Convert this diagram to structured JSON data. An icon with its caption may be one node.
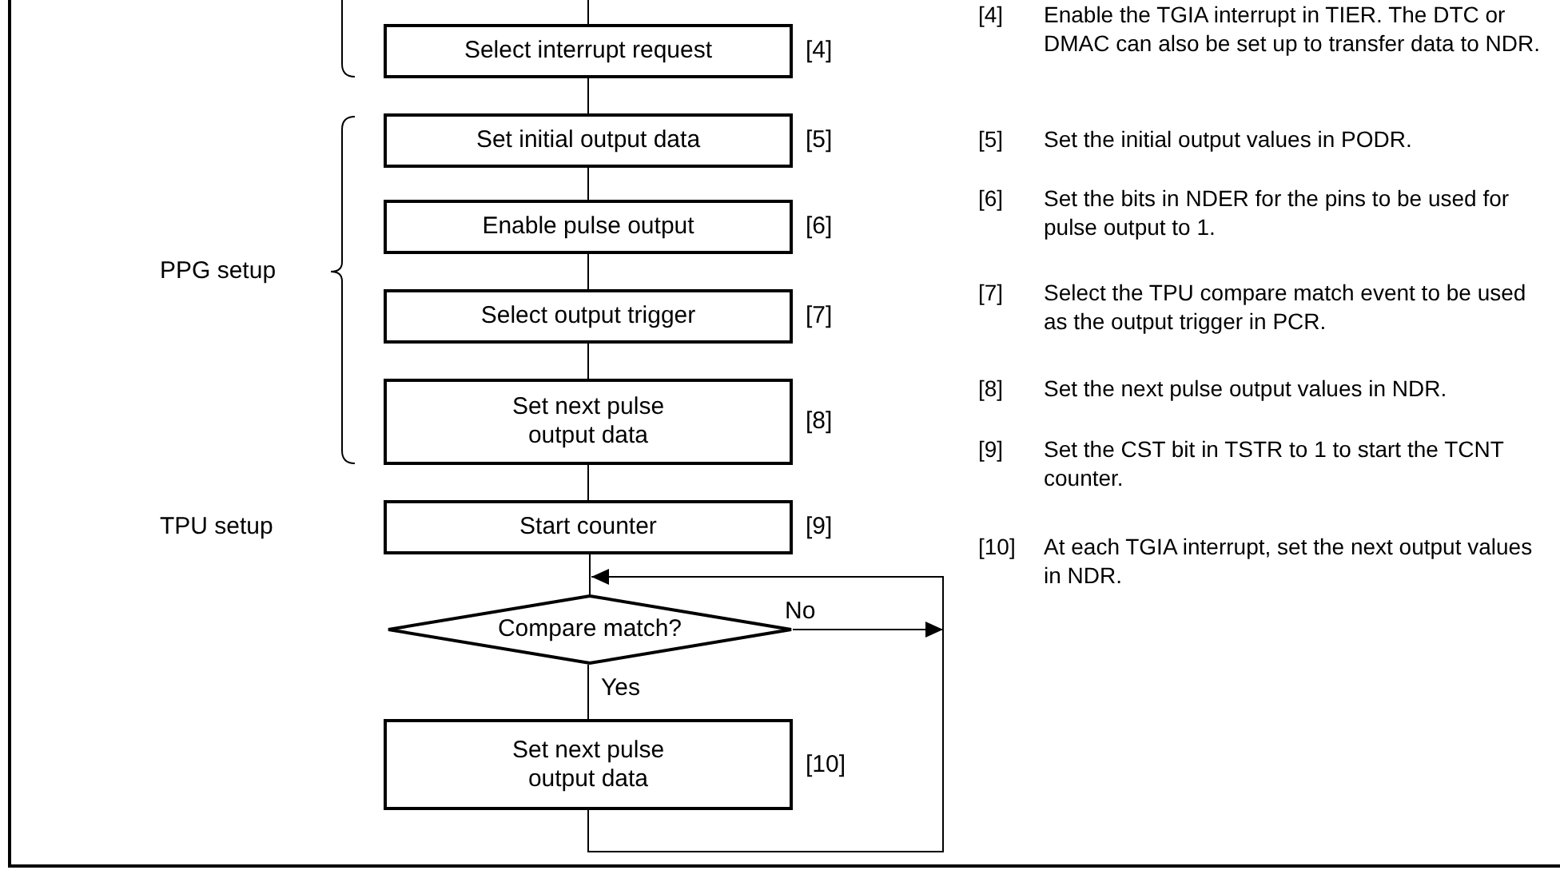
{
  "diagram": {
    "nodes": [
      {
        "text": [
          "Select interrupt request"
        ],
        "beside": [
          "[4]"
        ]
      },
      {
        "text": [
          "Set initial output data"
        ],
        "beside": [
          "[5]"
        ]
      },
      {
        "text": [
          "Enable pulse output"
        ],
        "beside": [
          "[6]"
        ]
      },
      {
        "text": [
          "Select output trigger"
        ],
        "beside": [
          "[7]"
        ]
      },
      {
        "text": [
          "Set next pulse output data"
        ],
        "beside": [
          "[8]"
        ]
      },
      {
        "text": [
          "Start counter"
        ],
        "beside": [
          "[9]"
        ]
      },
      {
        "text": [
          "Compare match?"
        ]
      },
      {
        "text": [
          "Set next pulse output data"
        ],
        "beside": [
          "[10]"
        ]
      }
    ],
    "edges": [
      {
        "from": null,
        "to": 0,
        "arrow": "none"
      },
      {
        "from": 0,
        "to": 1,
        "arrow": "none"
      },
      {
        "from": 1,
        "to": 2,
        "arrow": "none"
      },
      {
        "from": 2,
        "to": 3,
        "arrow": "none"
      },
      {
        "from": 3,
        "to": 4,
        "arrow": "none"
      },
      {
        "from": 4,
        "to": 5,
        "arrow": "none"
      },
      {
        "from": 5,
        "to": 6,
        "arrow": "none"
      },
      {
        "from": 6,
        "to": 7,
        "label": "Yes",
        "arrow": "none"
      },
      {
        "from": 6,
        "to": null,
        "label": "No",
        "arrow": "to"
      },
      {
        "from": 7,
        "to": 6,
        "arrow": "to"
      }
    ],
    "labels": [
      "[4]",
      "Enable the TGIA interrupt in TIER. The DTC or DMAC can also be set up to transfer data to NDR.",
      "PPG setup",
      "[5]",
      "Set the initial output values in PODR.",
      "[6]",
      "Set the bits in NDER for the pins to be used for pulse output to 1.",
      "[7]",
      "Select the TPU compare match event to be used as the output trigger in PCR.",
      "[8]",
      "Set the next pulse output values in NDR.",
      "[9]",
      "Set the CST bit in TSTR to 1 to start the TCNT counter.",
      "TPU setup",
      "[10]",
      "At each TGIA interrupt, set the next output values in NDR."
    ]
  }
}
